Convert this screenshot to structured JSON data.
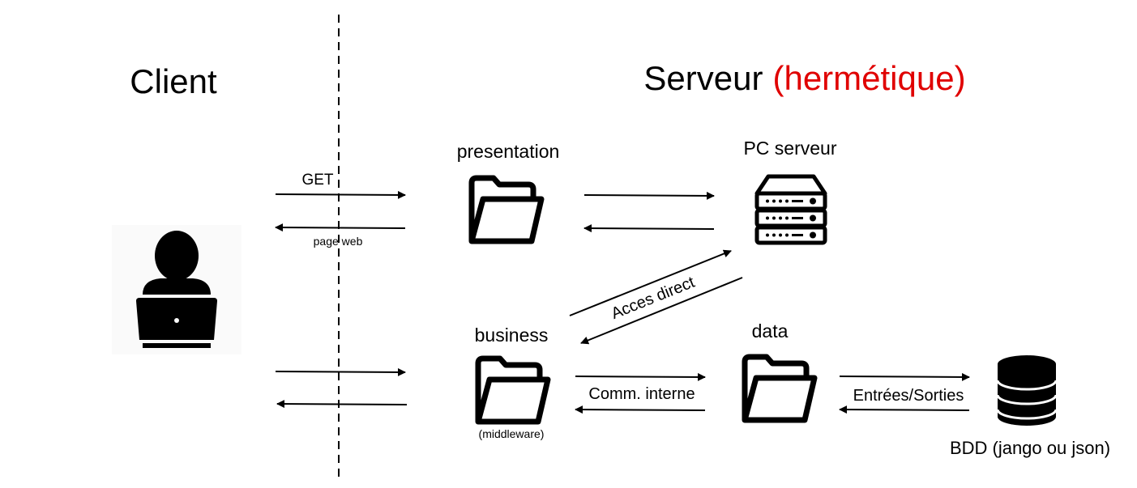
{
  "titles": {
    "client": "Client",
    "server_main": "Serveur",
    "server_accent": "(hermétique)"
  },
  "nodes": {
    "presentation": "presentation",
    "pc_server": "PC serveur",
    "business": "business",
    "business_note": "(middleware)",
    "data": "data",
    "database": "BDD (jango ou json)"
  },
  "edges": {
    "get": "GET",
    "page_web": "page web",
    "acces_direct": "Acces direct",
    "comm_interne": "Comm. interne",
    "entrees_sorties": "Entrées/Sorties"
  },
  "colors": {
    "text": "#000000",
    "accent": "#e00000",
    "icon": "#000000",
    "avatar_bg": "#fafafa"
  },
  "icons": {
    "client": "user-laptop-icon",
    "presentation": "folder-icon",
    "business": "folder-icon",
    "data": "folder-icon",
    "pc_server": "server-rack-icon",
    "database": "database-icon"
  }
}
